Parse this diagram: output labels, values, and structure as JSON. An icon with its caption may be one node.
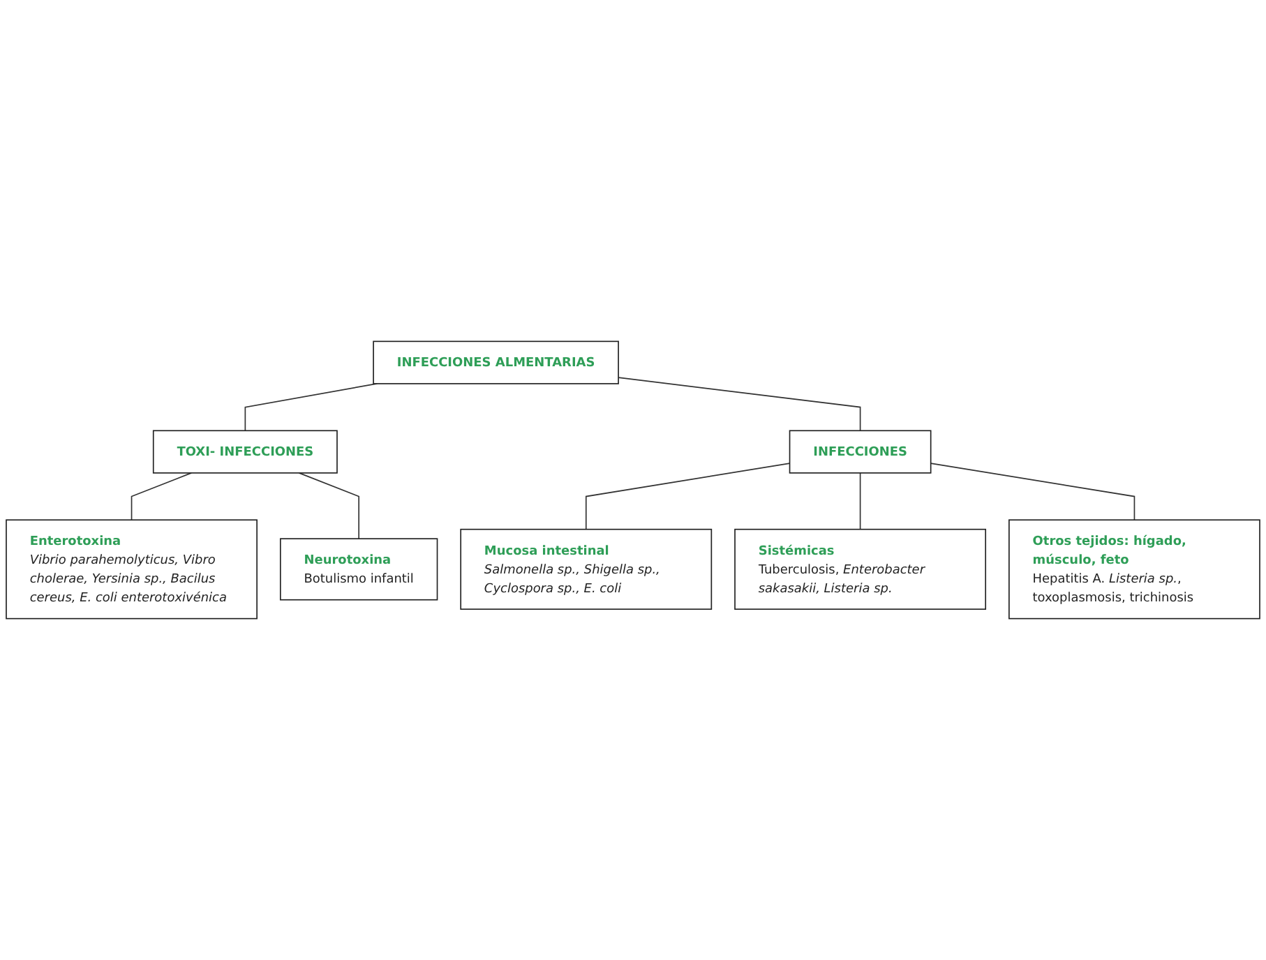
{
  "diagram": {
    "nodes": [
      {
        "text": [
          "INFECCIONES ALMENTARIAS"
        ]
      },
      {
        "text": [
          "TOXI- INFECCIONES"
        ]
      },
      {
        "text": [
          "INFECCIONES"
        ]
      },
      {
        "text": [
          "Enterotoxina",
          "Vibrio parahemolyticus, Vibro cholerae, Yersinia sp., Bacilus cereus, E. coli enterotoxivénica"
        ]
      },
      {
        "text": [
          "Neurotoxina",
          "Botulismo infantil"
        ]
      },
      {
        "text": [
          "Mucosa intestinal",
          "Salmonella sp., Shigella sp., Cyclospora sp., E. coli"
        ]
      },
      {
        "text": [
          "Sistémicas",
          "Tuberculosis, *Enterobacter sakasakii, Listeria sp.*"
        ]
      },
      {
        "text": [
          "Otros tejidos: hígado, músculo, feto",
          "Hepatitis A. *Listeria sp.*, toxoplasmosis, trichinosis"
        ]
      }
    ],
    "edges": [
      {
        "from": 0,
        "to": 1,
        "arrow": "none"
      },
      {
        "from": 0,
        "to": 2,
        "arrow": "none"
      },
      {
        "from": 1,
        "to": 3,
        "arrow": "none"
      },
      {
        "from": 1,
        "to": 4,
        "arrow": "none"
      },
      {
        "from": 2,
        "to": 5,
        "arrow": "none"
      },
      {
        "from": 2,
        "to": 6,
        "arrow": "none"
      },
      {
        "from": 2,
        "to": 7,
        "arrow": "none"
      }
    ]
  }
}
